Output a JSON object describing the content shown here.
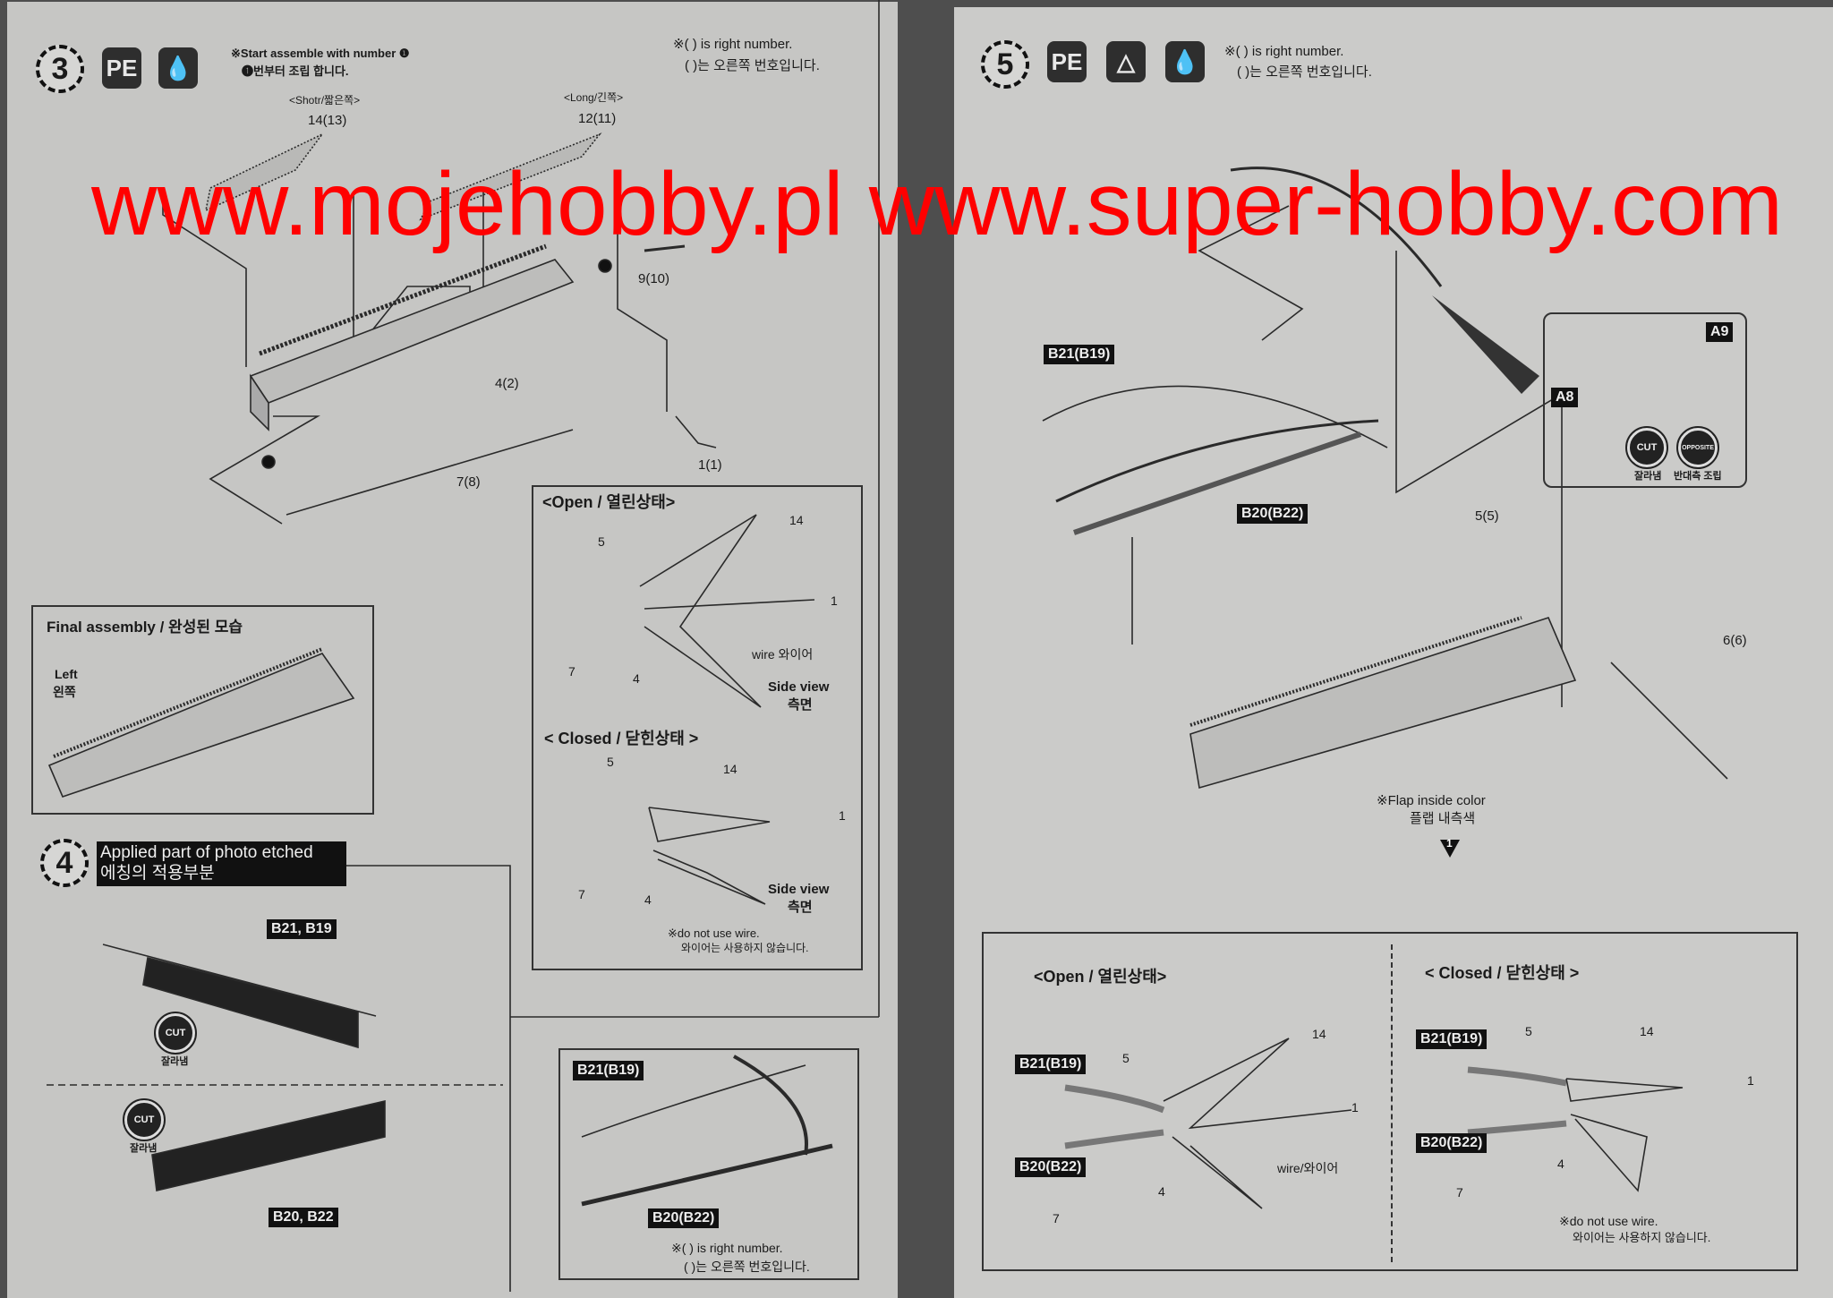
{
  "left_page": {
    "step3": {
      "number": "3",
      "icons": [
        "PE",
        "paint-drop-icon"
      ],
      "pe_label": "PE",
      "note_en": "※Start assemble with number ❶",
      "note_ko": "❶번부터 조립 합니다.",
      "right_note_en": "※( ) is right number.",
      "right_note_ko": "( )는 오른쪽 번호입니다.",
      "short_label": "<Shotr/짧은쪽>",
      "short_part": "14(13)",
      "long_label": "<Long/긴쪽>",
      "long_part": "12(11)",
      "parts": [
        "9(10)",
        "4(2)",
        "7(8)",
        "1(1)"
      ],
      "marker": "❶"
    },
    "final_assembly": {
      "title": "Final assembly / 완성된 모습",
      "side_en": "Left",
      "side_ko": "왼쪽"
    },
    "open_closed": {
      "open_title": "<Open / 열린상태>",
      "closed_title": "< Closed / 닫힌상태 >",
      "open_labels": [
        "14",
        "5",
        "1",
        "wire 와이어",
        "7",
        "4"
      ],
      "closed_labels": [
        "5",
        "14",
        "1",
        "7",
        "4"
      ],
      "side_view_en": "Side view",
      "side_view_ko": "측면",
      "no_wire_en": "※do not use wire.",
      "no_wire_ko": "와이어는 사용하지 않습니다."
    },
    "step4": {
      "number": "4",
      "title_en": "Applied part of photo etched",
      "title_ko": "에칭의 적용부분",
      "label_top": "B21, B19",
      "label_bottom": "B20, B22",
      "cut_en": "CUT",
      "cut_ko": "잘라냄"
    },
    "step4_detail": {
      "label_top": "B21(B19)",
      "label_bottom": "B20(B22)",
      "note_en": "※( ) is right number.",
      "note_ko": "( )는 오른쪽 번호입니다."
    }
  },
  "right_page": {
    "step5": {
      "number": "5",
      "pe_label": "PE",
      "icons": [
        "PE",
        "open-triangle-icon",
        "paint-drop-icon"
      ],
      "note_en": "※( ) is right number.",
      "note_ko": "( )는 오른쪽 번호입니다.",
      "label_b21": "B21(B19)",
      "label_b20": "B20(B22)",
      "parts": [
        "5(5)",
        "6(6)"
      ],
      "flap_en": "※Flap inside color",
      "flap_ko": "플랩 내측색",
      "flap_marker": "1"
    },
    "inset": {
      "a9": "A9",
      "a8": "A8",
      "cut_en": "CUT",
      "cut_ko": "잘라냄",
      "opposite_en": "OPPOSITE",
      "opposite_ko": "반대측 조립"
    },
    "bottom": {
      "open_title": "<Open / 열린상태>",
      "closed_title": "< Closed / 닫힌상태 >",
      "open_b21": "B21(B19)",
      "open_b20": "B20(B22)",
      "open_labels": [
        "5",
        "14",
        "1",
        "wire/와이어",
        "4",
        "7"
      ],
      "closed_b21": "B21(B19)",
      "closed_b20": "B20(B22)",
      "closed_labels": [
        "5",
        "14",
        "1",
        "4",
        "7"
      ],
      "no_wire_en": "※do not use wire.",
      "no_wire_ko": "와이어는 사용하지 않습니다."
    }
  },
  "watermark": "www.mojehobby.pl www.super-hobby.com",
  "colors": {
    "watermark": "#ff0000",
    "paper": "#c8c8c6",
    "ink": "#1a1a1a"
  }
}
